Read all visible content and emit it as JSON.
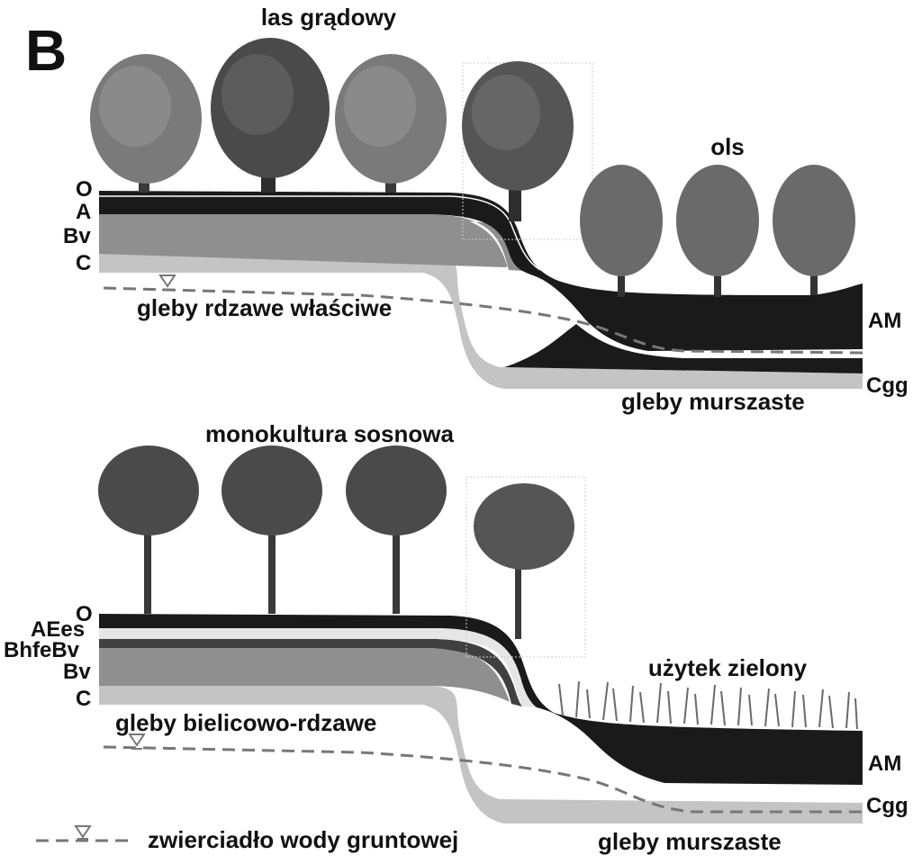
{
  "panel": {
    "letter": "B"
  },
  "top": {
    "title": "las grądowy",
    "wet_title": "ols",
    "horizons": [
      "O",
      "A",
      "Bv",
      "C"
    ],
    "left_soil": "gleby rdzawe właściwe",
    "right_horizons": [
      "AM",
      "Cgg"
    ],
    "right_soil": "gleby murszaste"
  },
  "bottom": {
    "title": "monokultura sosnowa",
    "wet_title": "użytek zielony",
    "horizons": [
      "O",
      "AEes",
      "BhfeBv",
      "Bv",
      "C"
    ],
    "left_soil": "gleby bielicowo-rdzawe",
    "right_horizons": [
      "AM",
      "Cgg"
    ],
    "right_soil": "gleby murszaste"
  },
  "legend": {
    "water_table": "zwierciadło wody gruntowej",
    "icon": "water-table-triangle-icon"
  },
  "colors": {
    "organic": "#1a1a1a",
    "bv": "#8f8f8f",
    "c": "#c4c4c4",
    "bleached": "#e6e6e6",
    "bhfe": "#404040",
    "water_line": "#777777"
  }
}
